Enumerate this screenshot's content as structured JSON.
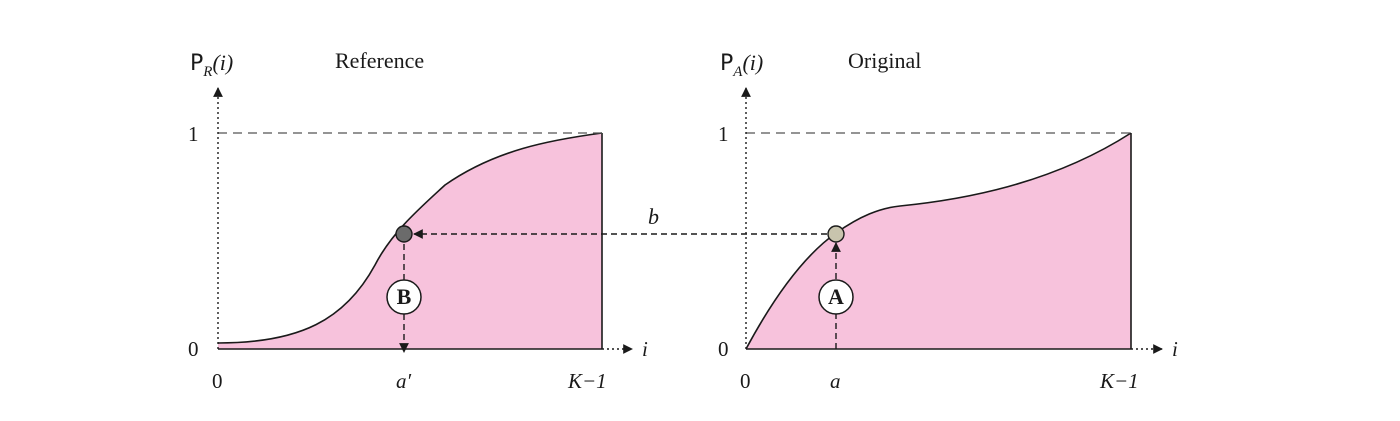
{
  "colors": {
    "fill": "#f7c2dc",
    "stroke": "#1a1a1a",
    "point_left": "#6b6b6b",
    "point_right": "#c8c4ad"
  },
  "left_plot": {
    "ylabel_main": "P",
    "ylabel_sub": "R",
    "ylabel_arg": "(i)",
    "title": "Reference",
    "y_tick_top": "1",
    "y_tick_bottom": "0",
    "x_tick_start": "0",
    "x_tick_mid": "a′",
    "x_tick_end": "K−1",
    "x_axis_var": "i",
    "marker": "B"
  },
  "right_plot": {
    "ylabel_main": "P",
    "ylabel_sub": "A",
    "ylabel_arg": "(i)",
    "title": "Original",
    "y_tick_top": "1",
    "y_tick_bottom": "0",
    "x_tick_start": "0",
    "x_tick_mid": "a",
    "x_tick_end": "K−1",
    "x_axis_var": "i",
    "marker": "A"
  },
  "connector_label": "b"
}
